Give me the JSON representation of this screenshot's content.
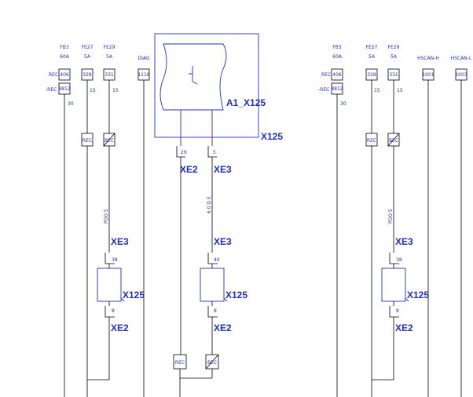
{
  "left": {
    "fuses": [
      {
        "name": "FB3",
        "rating": "60A",
        "id": "406"
      },
      {
        "name": "FE27",
        "rating": "5A",
        "id": "328"
      },
      {
        "name": "FE29",
        "rating": "5A",
        "id": "331"
      },
      {
        "name": "DIAG",
        "rating": "",
        "id": "1118"
      }
    ],
    "rec_label": "REC",
    "nrec_label": "-REC",
    "nrec_id": "8812",
    "wires": [
      "30",
      "15",
      "15"
    ],
    "relay_rec": "REC",
    "relay_bec": "BEC",
    "vert_text": "PDO 5",
    "xe3": "XE3",
    "xe2": "XE2",
    "x125": "X125",
    "pin_top": "38",
    "pin_bot": "8"
  },
  "module": {
    "name": "A1_X125",
    "conn": "X125",
    "pins": [
      {
        "pin": "29",
        "conn": "XE2"
      },
      {
        "pin": "5",
        "conn": "XE3"
      }
    ],
    "vert_text": "6 0 D E"
  },
  "middle": {
    "xe3": "XE3",
    "xe2": "XE2",
    "x125": "X125",
    "pin_top": "40",
    "pin_bot": "8",
    "relay_rec": "REC",
    "relay_bec": "BEC"
  },
  "right": {
    "fuses": [
      {
        "name": "FB3",
        "rating": "60A",
        "id": "406"
      },
      {
        "name": "FE27",
        "rating": "5A",
        "id": "328"
      },
      {
        "name": "FE29",
        "rating": "5A",
        "id": "331"
      },
      {
        "name": "HSCAN-H",
        "rating": "",
        "id": "1001"
      },
      {
        "name": "HSCAN-L",
        "rating": "",
        "id": "1003"
      }
    ],
    "rec_label": "REC",
    "nrec_label": "-REC",
    "nrec_id": "8812",
    "wires": [
      "30",
      "15",
      "15"
    ],
    "relay_rec": "REC",
    "relay_bec": "BEC",
    "vert_text": "PDO 5",
    "xe3": "XE3",
    "xe2": "XE2",
    "x125": "X125",
    "pin_top": "38",
    "pin_bot": "8"
  }
}
